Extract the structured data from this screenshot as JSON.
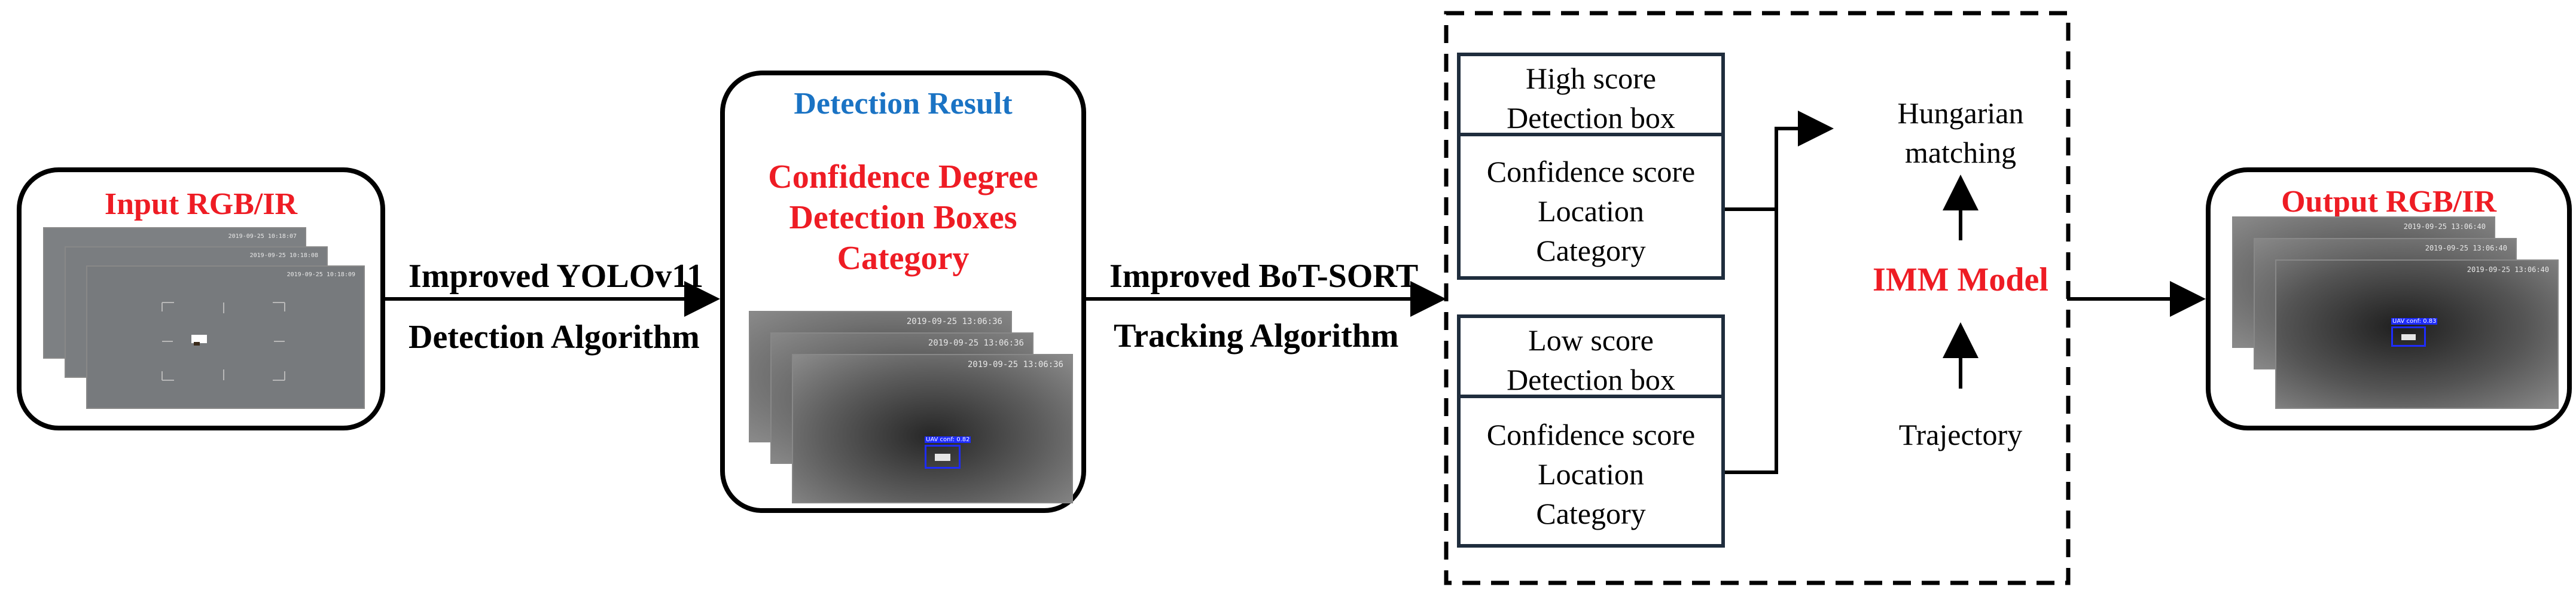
{
  "input": {
    "title": "Input RGB/IR",
    "timestamps": [
      "2019-09-25 10:18:07",
      "2019-09-25 10:18:08",
      "2019-09-25 10:18:09"
    ]
  },
  "detection": {
    "title": "Detection Result",
    "lines": [
      "Confidence Degree",
      "Detection Boxes",
      "Category"
    ],
    "timestamps": [
      "2019-09-25 13:06:36",
      "2019-09-25 13:06:36",
      "2019-09-25 13:06:36"
    ],
    "box_label": "UAV conf: 0.82"
  },
  "arrow1": {
    "top": "Improved YOLOv11",
    "bottom": "Detection Algorithm"
  },
  "arrow2": {
    "top": "Improved BoT-SORT",
    "bottom": "Tracking Algorithm"
  },
  "tracker": {
    "high_header": [
      "High score",
      "Detection box"
    ],
    "high_body": [
      "Confidence score",
      "Location",
      "Category"
    ],
    "low_header": [
      "Low score",
      "Detection box"
    ],
    "low_body": [
      "Confidence score",
      "Location",
      "Category"
    ],
    "hungarian": [
      "Hungarian",
      "matching"
    ],
    "imm": "IMM Model",
    "trajectory": "Trajectory"
  },
  "output": {
    "title": "Output RGB/IR",
    "timestamps": [
      "2019-09-25 13:06:40",
      "2019-09-25 13:06:40",
      "2019-09-25 13:06:40"
    ],
    "box_label": "UAV conf: 0.83"
  }
}
